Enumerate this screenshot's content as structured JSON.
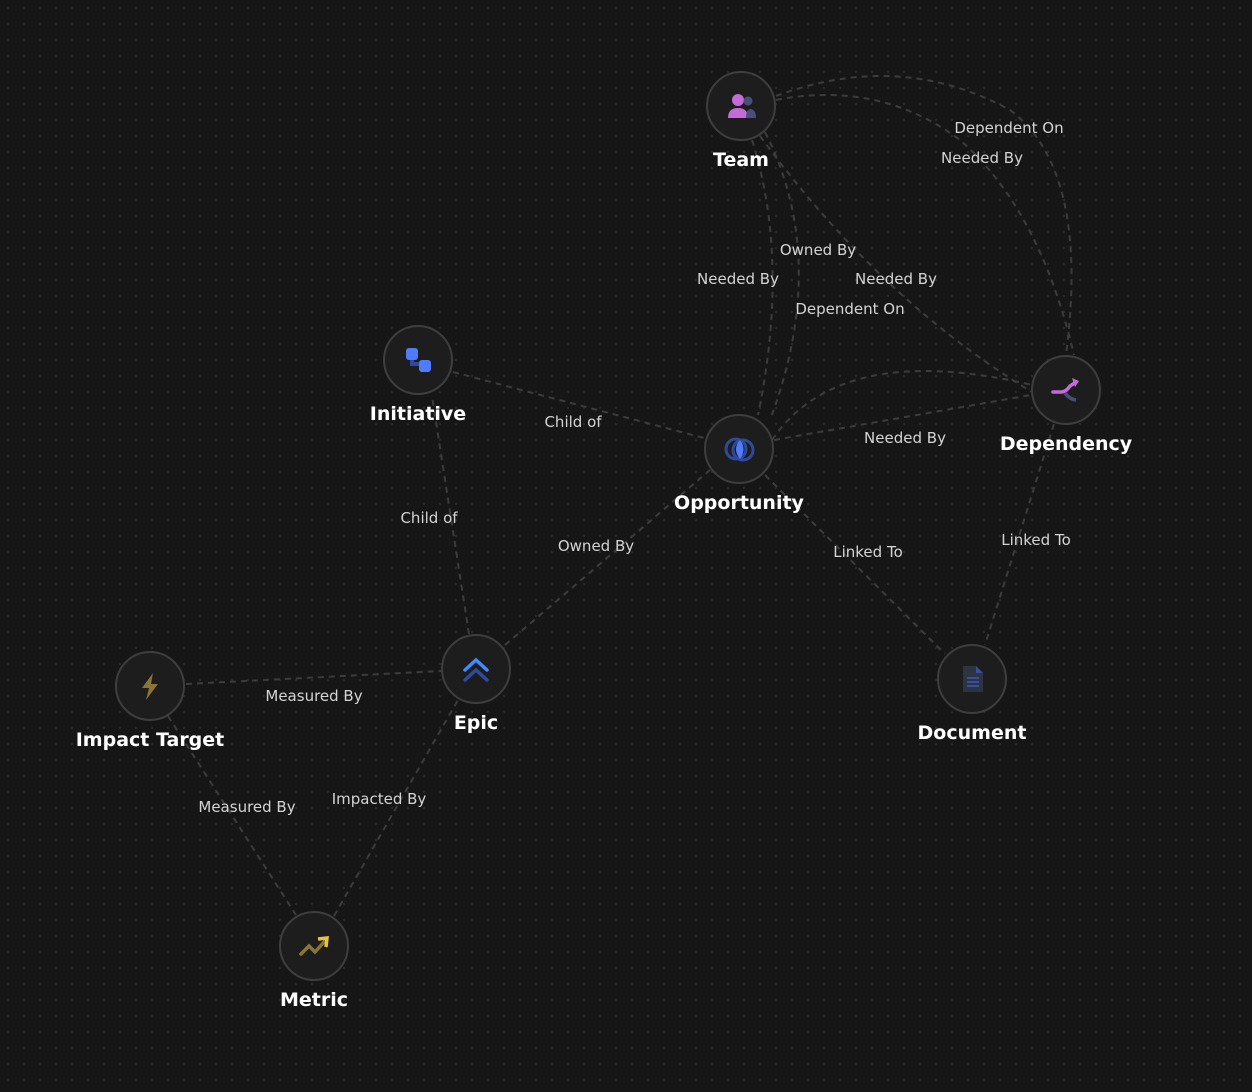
{
  "nodes": [
    {
      "id": "team",
      "label": "Team",
      "icon": "team-icon",
      "color": "#c46bd8"
    },
    {
      "id": "initiative",
      "label": "Initiative",
      "icon": "initiative-icon",
      "color": "#4f7cff"
    },
    {
      "id": "opportunity",
      "label": "Opportunity",
      "icon": "opportunity-icon",
      "color": "#4f7cff"
    },
    {
      "id": "dependency",
      "label": "Dependency",
      "icon": "dependency-icon",
      "color": "#c46bd8"
    },
    {
      "id": "epic",
      "label": "Epic",
      "icon": "epic-icon",
      "color": "#3d8bff"
    },
    {
      "id": "impact",
      "label": "Impact Target",
      "icon": "lightning-icon",
      "color": "#8a7535"
    },
    {
      "id": "document",
      "label": "Document",
      "icon": "document-icon",
      "color": "#3a4a7a"
    },
    {
      "id": "metric",
      "label": "Metric",
      "icon": "trend-up-icon",
      "color": "#e8c23a"
    }
  ],
  "edges": [
    {
      "from": "team",
      "to": "dependency",
      "label": "Dependent On"
    },
    {
      "from": "team",
      "to": "dependency",
      "label": "Needed By"
    },
    {
      "from": "team",
      "to": "opportunity",
      "label": "Needed By"
    },
    {
      "from": "team",
      "to": "opportunity",
      "label": "Owned By"
    },
    {
      "from": "team",
      "to": "dependency",
      "label": "Needed By"
    },
    {
      "from": "opportunity",
      "to": "dependency",
      "label": "Dependent On"
    },
    {
      "from": "initiative",
      "to": "opportunity",
      "label": "Child of"
    },
    {
      "from": "opportunity",
      "to": "dependency",
      "label": "Needed By"
    },
    {
      "from": "epic",
      "to": "initiative",
      "label": "Child of"
    },
    {
      "from": "epic",
      "to": "opportunity",
      "label": "Owned By"
    },
    {
      "from": "opportunity",
      "to": "document",
      "label": "Linked To"
    },
    {
      "from": "dependency",
      "to": "document",
      "label": "Linked To"
    },
    {
      "from": "impact",
      "to": "epic",
      "label": "Measured By"
    },
    {
      "from": "impact",
      "to": "metric",
      "label": "Measured By"
    },
    {
      "from": "metric",
      "to": "epic",
      "label": "Impacted By"
    }
  ]
}
